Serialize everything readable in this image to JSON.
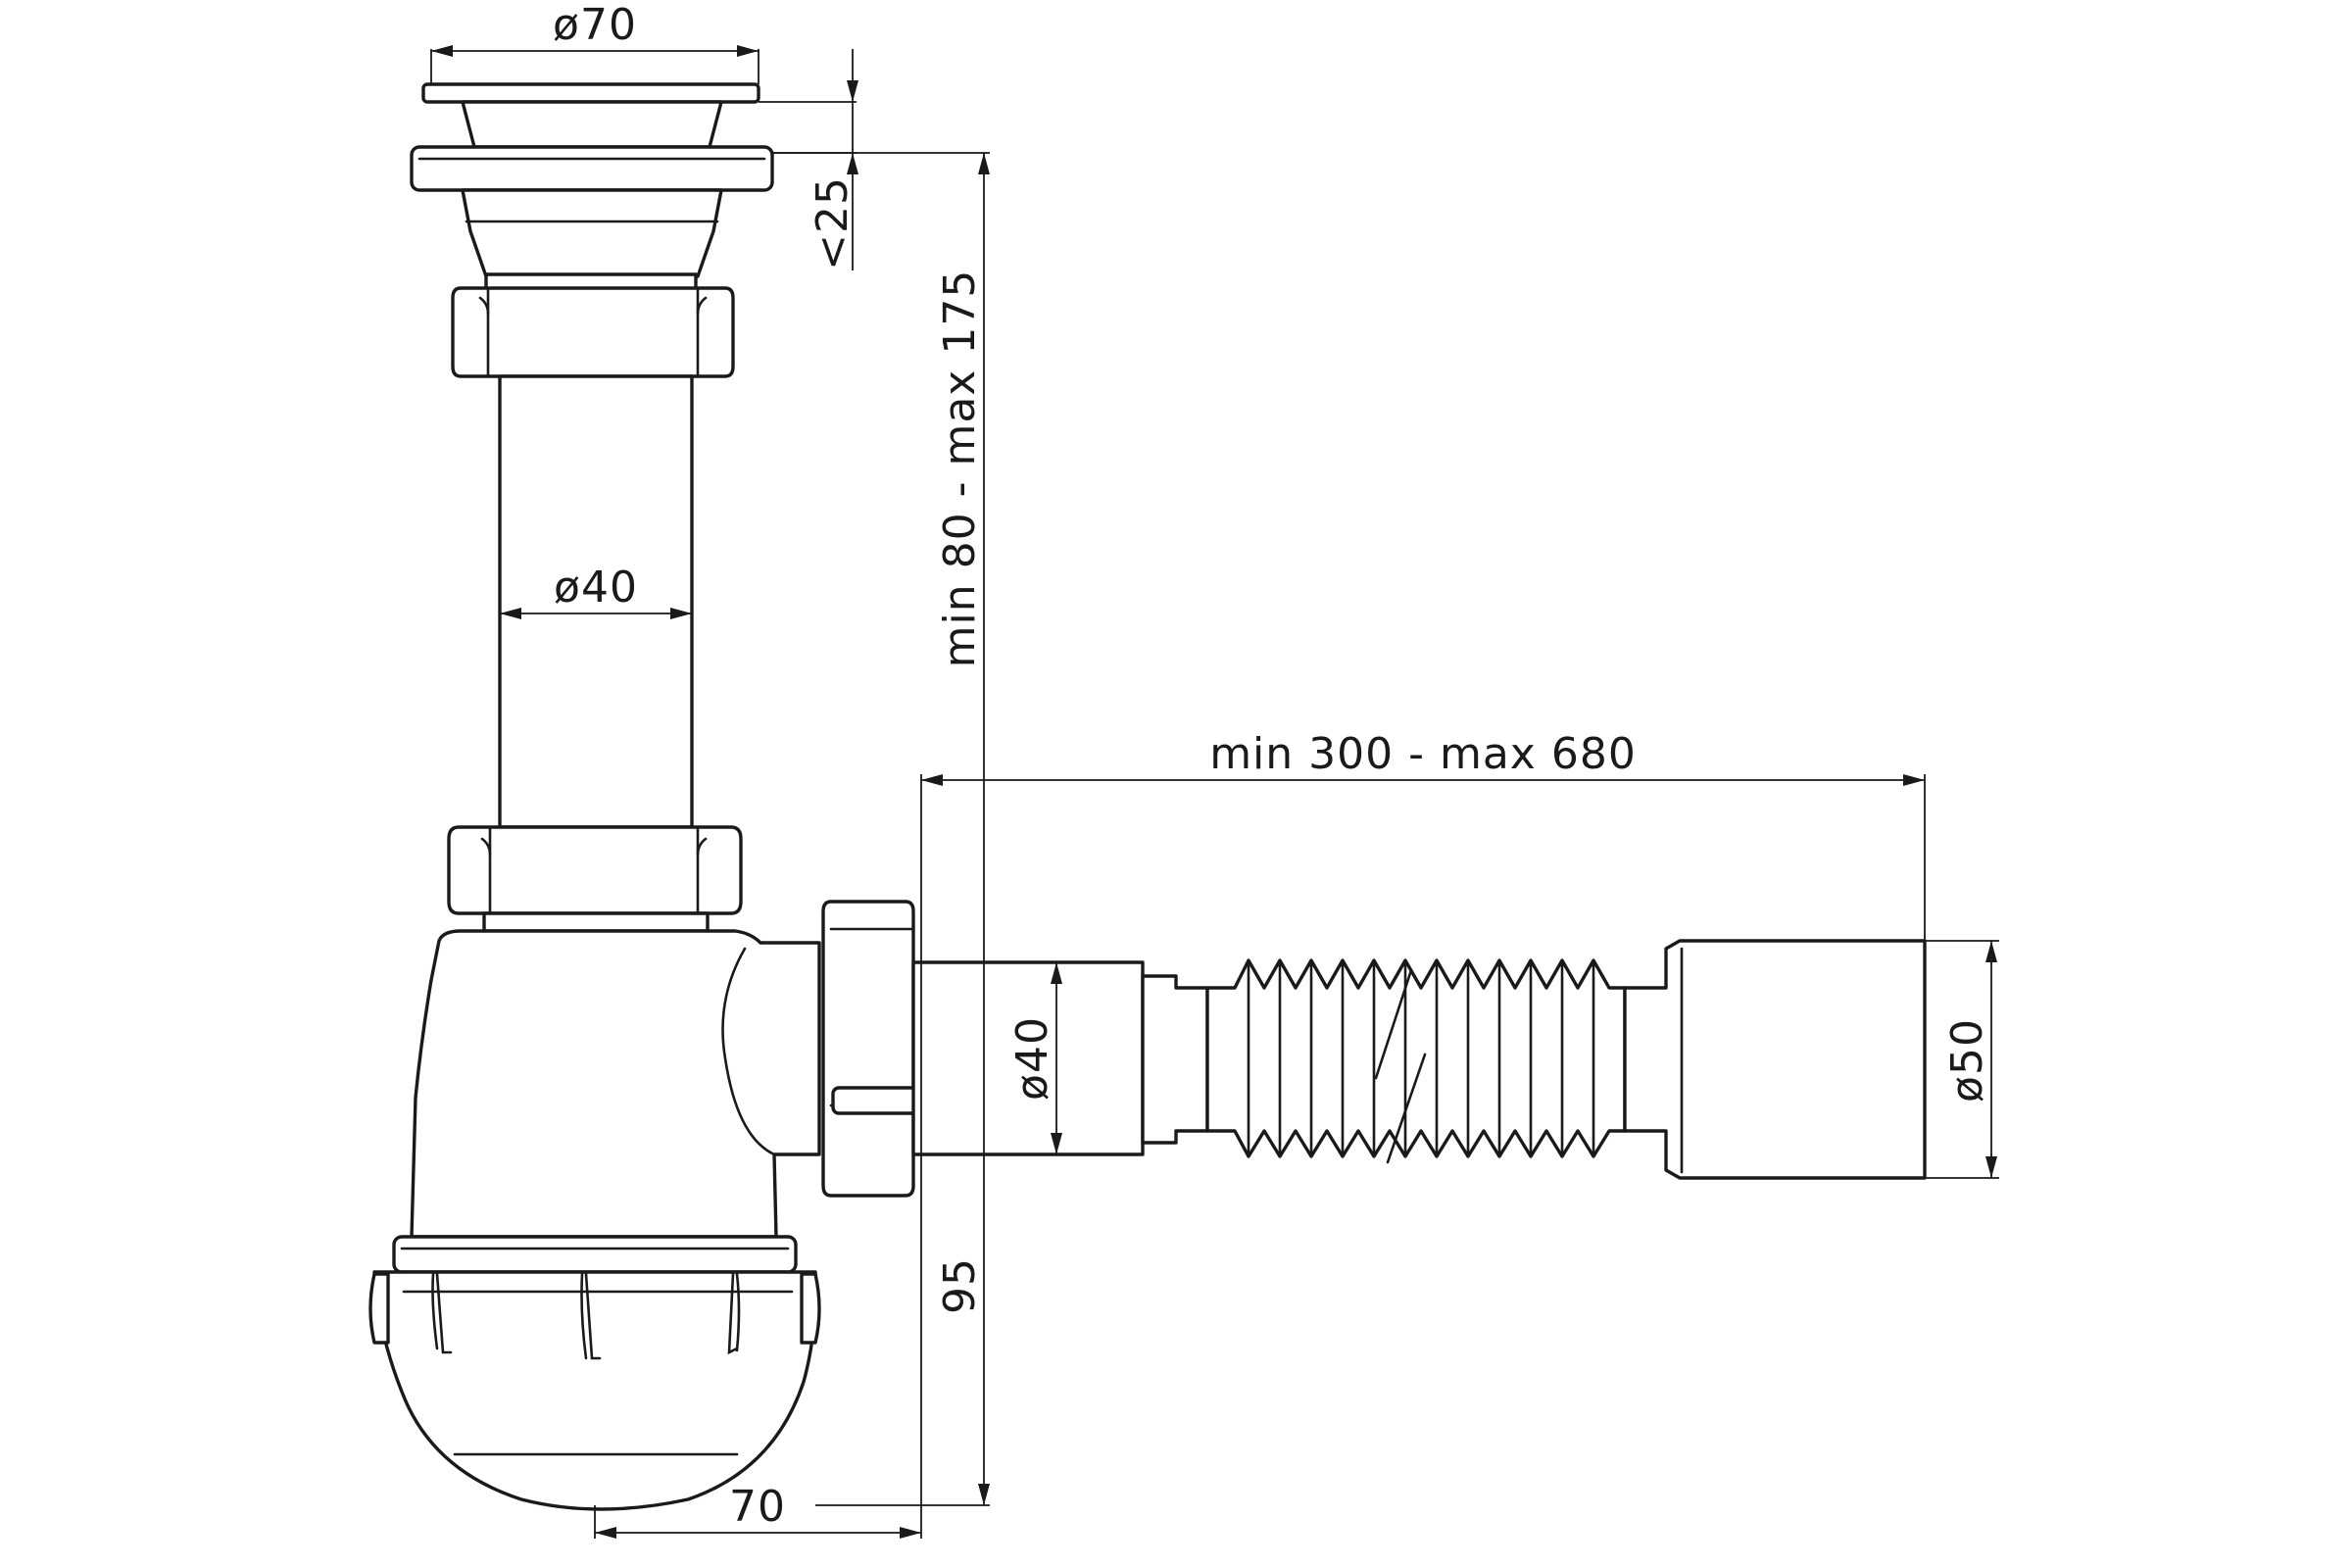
{
  "dimensions": {
    "top_diameter": "ø70",
    "flange_height": "<25",
    "vertical_pipe_diameter": "ø40",
    "height_range": "min 80 - max 175",
    "outlet_length_range": "min 300 - max 680",
    "outlet_diameter": "ø40",
    "connection_diameter": "ø50",
    "trap_depth": "95",
    "trap_offset": "70"
  }
}
